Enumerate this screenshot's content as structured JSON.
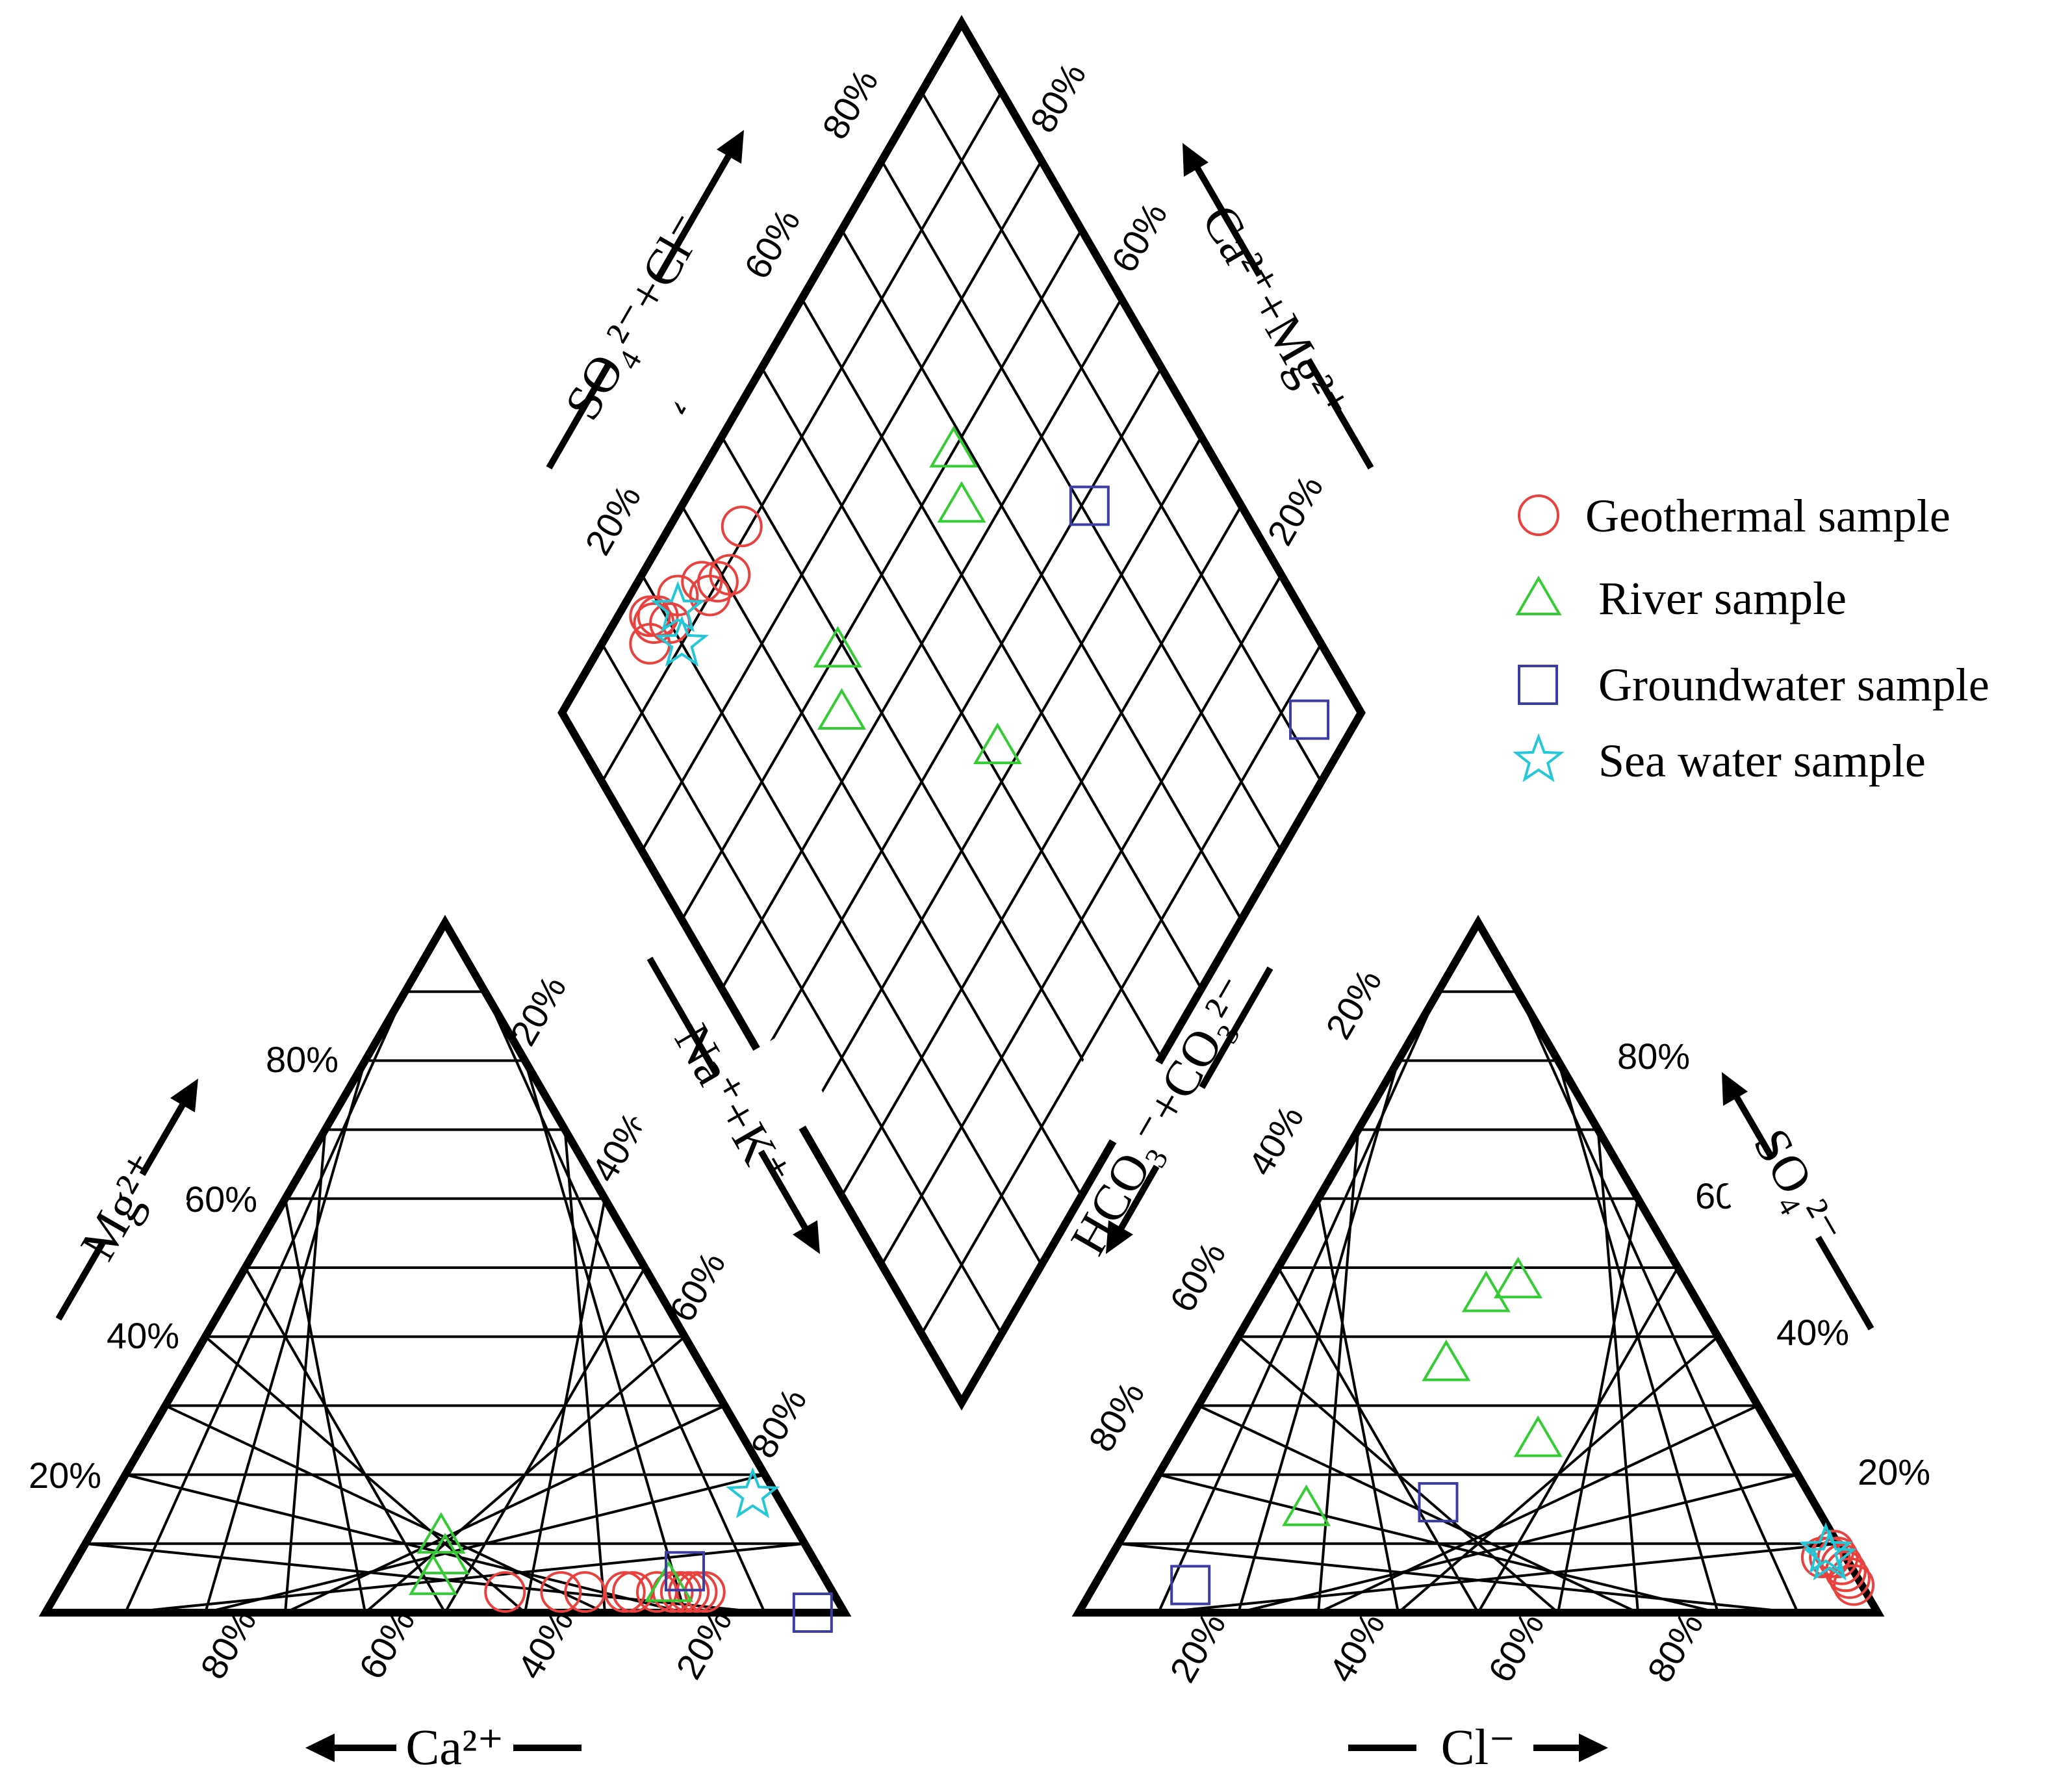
{
  "chart_data": {
    "type": "piper",
    "title": "",
    "colors": {
      "Geothermal sample": "#e8413e",
      "River sample": "#33cc33",
      "Groundwater sample": "#3c3ca6",
      "Sea water sample": "#22c8d8"
    },
    "legend": {
      "placement": "right",
      "entries": [
        {
          "name": "Geothermal sample",
          "marker": "circle"
        },
        {
          "name": "River sample",
          "marker": "triangle"
        },
        {
          "name": "Groundwater sample",
          "marker": "square"
        },
        {
          "name": "Sea water sample",
          "marker": "star"
        }
      ]
    },
    "axes": {
      "ca": "Ca²⁺",
      "mg": "Mg²⁺",
      "nak": "Na⁺+K⁺",
      "cl": "Cl⁻",
      "so4": "SO₄²⁻",
      "hco3": "HCO₃⁻+CO₃²⁻",
      "so4cl": "SO₄²⁻+Cl⁻",
      "camg": "Ca²⁺+Mg²⁺"
    },
    "tick_labels": [
      "20%",
      "40%",
      "60%",
      "80%"
    ],
    "grid": true,
    "grid_step_percent": 10,
    "series": [
      {
        "name": "Geothermal sample",
        "marker": "circle",
        "cation_mg": [
          3,
          3,
          3,
          3,
          3,
          3,
          3,
          3,
          3,
          3,
          3
        ],
        "cation_nak": [
          56,
          63,
          66,
          71,
          72,
          75,
          77,
          78,
          79,
          80,
          81
        ],
        "anion_so4": [
          8,
          8,
          8,
          9,
          7,
          6,
          7,
          6,
          5,
          4,
          6
        ],
        "anion_cl": [
          89,
          90,
          91,
          90,
          92,
          93,
          92,
          93,
          94,
          95,
          93
        ],
        "diamond": [
          [
            91,
            36
          ],
          [
            89,
            31
          ],
          [
            90,
            29
          ],
          [
            92,
            27
          ],
          [
            90,
            27
          ],
          [
            94,
            23
          ],
          [
            93,
            20
          ],
          [
            95,
            19
          ],
          [
            95,
            18
          ],
          [
            96,
            18
          ],
          [
            94,
            16
          ]
        ]
      },
      {
        "name": "River sample",
        "marker": "triangle",
        "cation_mg": [
          11,
          8,
          5,
          4
        ],
        "cation_nak": [
          44,
          46,
          46,
          76
        ],
        "anion_so4": [
          48,
          46,
          36,
          25,
          15
        ],
        "anion_cl": [
          31,
          28,
          28,
          45,
          21
        ],
        "diamond": [
          [
            70,
            39
          ],
          [
            65,
            35
          ],
          [
            65,
            65
          ],
          [
            70,
            68
          ],
          [
            43,
            52
          ]
        ]
      },
      {
        "name": "Groundwater sample",
        "marker": "square",
        "cation_mg": [
          6,
          0
        ],
        "cation_nak": [
          77,
          96
        ],
        "anion_so4": [
          16,
          4
        ],
        "anion_cl": [
          37,
          12
        ],
        "diamond": [
          [
            49,
            81
          ],
          [
            6,
            93
          ]
        ]
      },
      {
        "name": "Sea water sample",
        "marker": "star",
        "cation_mg": [
          17
        ],
        "cation_nak": [
          80
        ],
        "anion_so4": [
          8,
          9
        ],
        "anion_cl": [
          90,
          89
        ],
        "diamond": [
          [
            90,
            20
          ],
          [
            93,
            22
          ]
        ]
      }
    ]
  }
}
